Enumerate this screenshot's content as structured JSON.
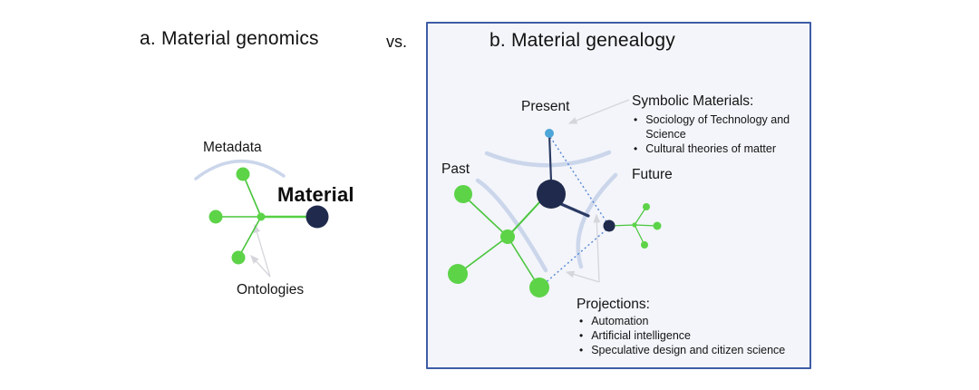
{
  "panel_a": {
    "title": "a. Material genomics",
    "labels": {
      "metadata": "Metadata",
      "material": "Material",
      "ontologies": "Ontologies"
    }
  },
  "vs_label": "vs.",
  "panel_b": {
    "title": "b. Material genealogy",
    "labels": {
      "present": "Present",
      "past": "Past",
      "future": "Future"
    },
    "symbolic": {
      "heading": "Symbolic Materials:",
      "bullets": [
        "Sociology of Technology and Science",
        "Cultural theories of matter"
      ]
    },
    "projections": {
      "heading": "Projections:",
      "bullets": [
        "Automation",
        "Artificial intelligence",
        "Speculative design and citizen science"
      ]
    }
  },
  "colors": {
    "node_green": "#5dd348",
    "node_navy": "#1f2a4c",
    "node_blue": "#4ea5d7",
    "edge_green": "#49c53c",
    "edge_navy": "#2a3a63",
    "dashed_blue": "#5585d6",
    "arc_lavender": "#c5d1e9",
    "annotation_gray": "#d8d8dc",
    "panel_border": "#3e5ca6",
    "panel_bg": "#f3f5fa",
    "text": "#1a1a1a"
  }
}
